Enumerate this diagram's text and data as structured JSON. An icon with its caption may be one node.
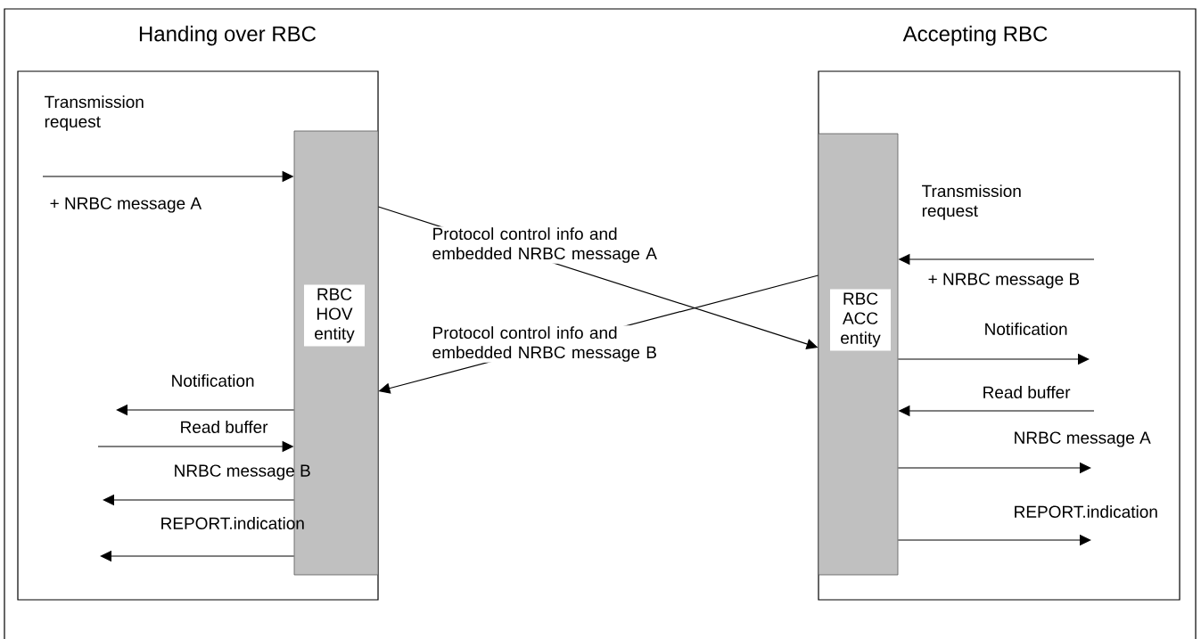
{
  "diagram": {
    "nodes": [
      {
        "text": [
          "Handing over RBC"
        ]
      },
      {
        "text": [
          "Accepting RBC"
        ]
      },
      {
        "text": [
          "RBC HOV entity"
        ],
        "in": 0
      },
      {
        "text": [
          "RBC ACC entity"
        ],
        "in": 1
      }
    ],
    "edges": [
      {
        "from": null,
        "to": 2,
        "arrow": "to",
        "label": "Transmission request"
      },
      {
        "from": 2,
        "to": null,
        "arrow": "to",
        "label": "Notification"
      },
      {
        "from": null,
        "to": 2,
        "arrow": "to",
        "label": "Read buffer"
      },
      {
        "from": 2,
        "to": null,
        "arrow": "to",
        "label": "NRBC message B"
      },
      {
        "from": 2,
        "to": null,
        "arrow": "to",
        "label": "REPORT.indication"
      },
      {
        "from": 2,
        "to": 3,
        "arrow": "to",
        "label": "Protocol control info and embedded NRBC message A"
      },
      {
        "from": 3,
        "to": 2,
        "arrow": "to",
        "label": "Protocol control info and embedded NRBC message B"
      },
      {
        "from": null,
        "to": 3,
        "arrow": "to",
        "label": "Transmission request"
      },
      {
        "from": 3,
        "to": null,
        "arrow": "to",
        "label": "Notification"
      },
      {
        "from": null,
        "to": 3,
        "arrow": "to",
        "label": "Read buffer"
      },
      {
        "from": 3,
        "to": null,
        "arrow": "to",
        "label": "NRBC message A"
      },
      {
        "from": 3,
        "to": null,
        "arrow": "to",
        "label": "REPORT.indication"
      }
    ],
    "labels": [
      "+ NRBC message A",
      "+ NRBC message B"
    ]
  }
}
